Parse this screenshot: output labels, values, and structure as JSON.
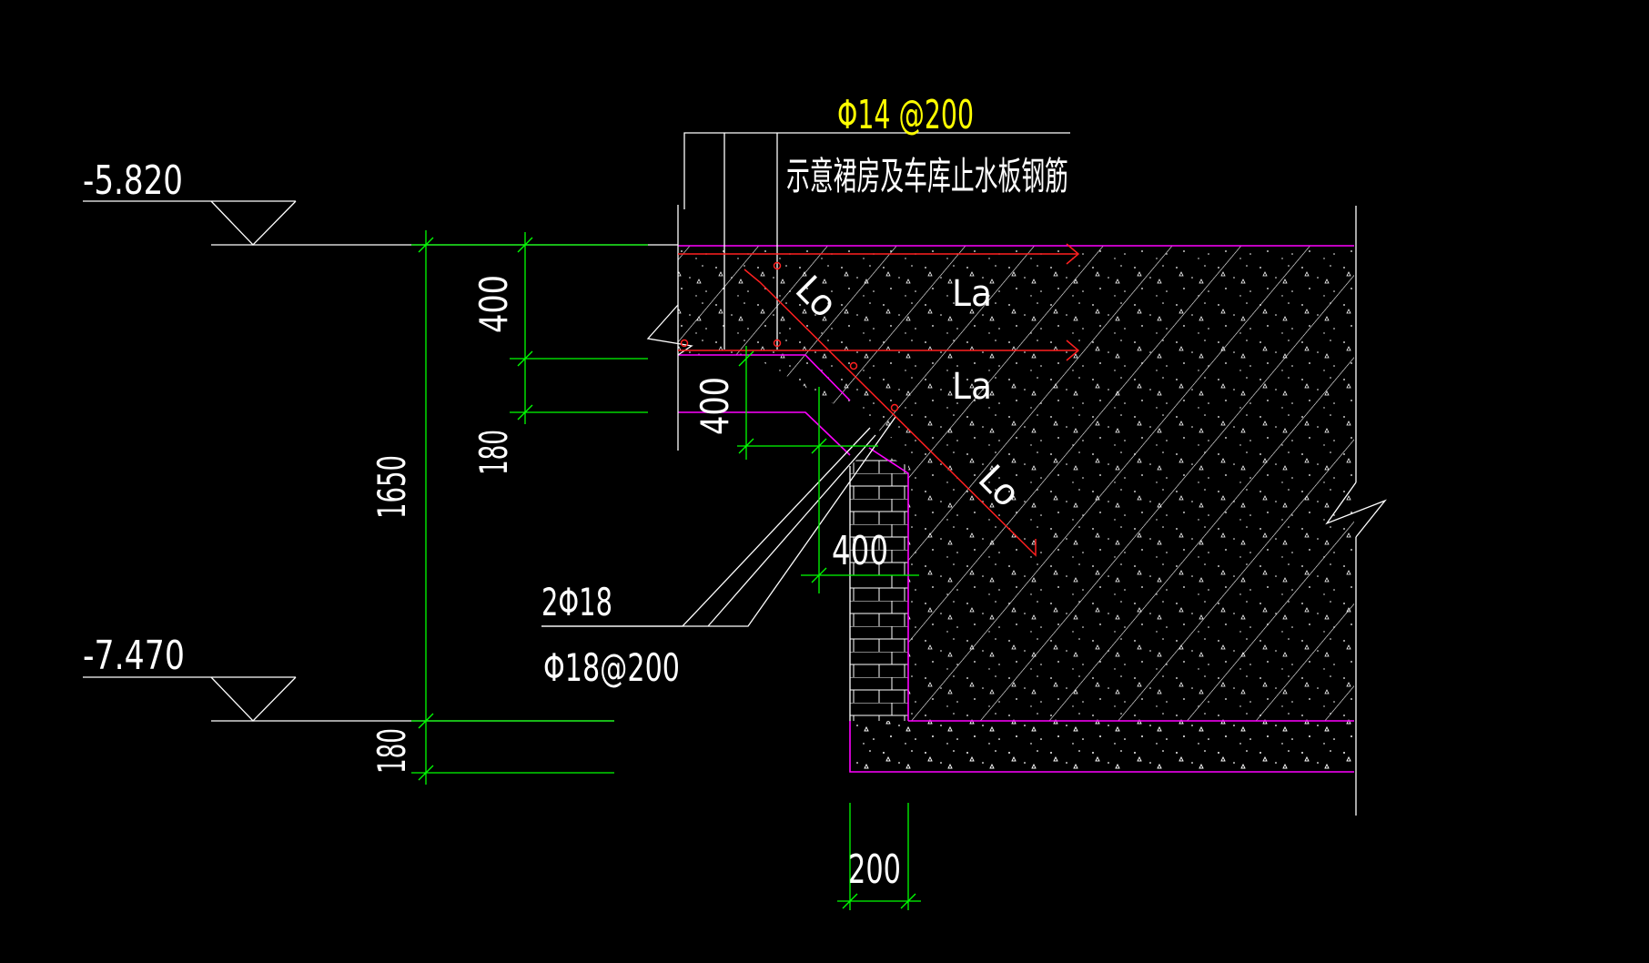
{
  "colors": {
    "background": "#000000",
    "line": "#ffffff",
    "dimension": "#00ff00",
    "boundary": "#ff00ff",
    "rebar": "#ff2020",
    "highlight_text": "#ffff00"
  },
  "labels": {
    "callout_rebar": "Φ14 @200",
    "callout_note": "示意裙房及车库止水板钢筋",
    "level_top": "-5.820",
    "level_bottom": "-7.470",
    "dim_400_top": "400",
    "dim_180_top": "180",
    "dim_400_step": "400",
    "dim_1650": "1650",
    "dim_180_bottom": "180",
    "dim_400_wall": "400",
    "dim_200_wall": "200",
    "anchor_la_1": "La",
    "anchor_la_2": "La",
    "anchor_lo_1": "Lo",
    "anchor_lo_2": "Lo",
    "rebar_2phi18": "2Φ18",
    "rebar_phi18_200": "Φ18@200"
  },
  "icons": {
    "elevation_marker": "inverted-triangle",
    "break_line": "zigzag",
    "brick_wall": "brick-hatch",
    "concrete": "concrete-hatch"
  }
}
